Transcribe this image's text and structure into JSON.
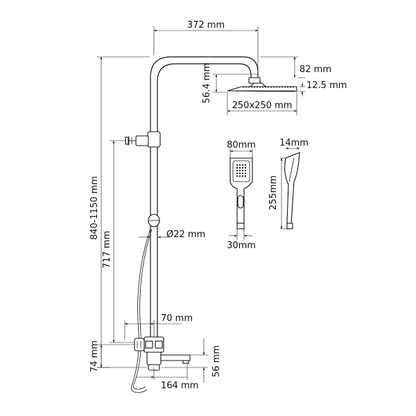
{
  "dimensions": {
    "arm_reach": "372 mm",
    "head_drop": "82 mm",
    "head_height": "56.4 mm",
    "head_thickness": "12.5 mm",
    "head_size": "250x250 mm",
    "handshower_width": "80mm",
    "handshower_depth": "14mm",
    "handshower_length": "255mm",
    "handshower_base": "30mm",
    "total_height": "840-1150 mm",
    "holder_height": "717 mm",
    "pipe_diameter": "Ø22 mm",
    "mixer_offset": "70 mm",
    "base_height": "74 mm",
    "spout_height": "56 mm",
    "spout_reach": "164 mm"
  }
}
